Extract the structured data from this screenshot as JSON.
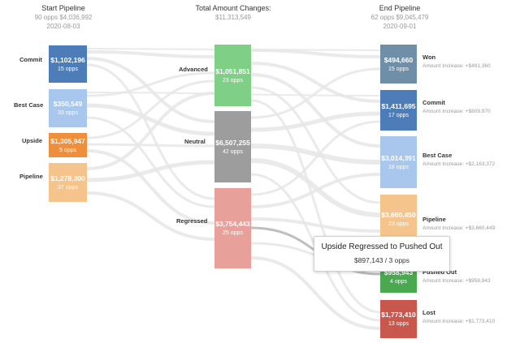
{
  "columns": {
    "start": {
      "title": "Start Pipeline",
      "summary": "90 opps $4,036,992",
      "date": "2020-08-03"
    },
    "changes": {
      "title": "Total Amount Changes:",
      "summary": "$11,313,549"
    },
    "end": {
      "title": "End Pipeline",
      "summary": "62 opps $9,045,479",
      "date": "2020-09-01"
    }
  },
  "start_nodes": [
    {
      "label": "Commit",
      "amount": "$1,102,196",
      "opps": "15 opps",
      "color": "#4c7db8"
    },
    {
      "label": "Best Case",
      "amount": "$350,549",
      "opps": "33 opps",
      "color": "#a9c6ec"
    },
    {
      "label": "Upside",
      "amount": "$1,305,947",
      "opps": "5 opps",
      "color": "#ed8f3c"
    },
    {
      "label": "Pipeline",
      "amount": "$1,278,300",
      "opps": "37 opps",
      "color": "#f5c48c"
    }
  ],
  "change_nodes": [
    {
      "label": "Advanced",
      "amount": "$1,051,851",
      "opps": "23 opps",
      "color": "#7fcf86"
    },
    {
      "label": "Neutral",
      "amount": "$6,507,255",
      "opps": "42 opps",
      "color": "#9d9d9d"
    },
    {
      "label": "Regressed",
      "amount": "$3,754,443",
      "opps": "25 opps",
      "color": "#e8a09a"
    }
  ],
  "end_nodes": [
    {
      "label": "Won",
      "amount": "$494,660",
      "opps": "15 opps",
      "increase": "Amount Increase: +$491,360",
      "color": "#6f8fa8"
    },
    {
      "label": "Commit",
      "amount": "$1,411,695",
      "opps": "17 opps",
      "increase": "Amount Increase: +$809,970",
      "color": "#4c7db8"
    },
    {
      "label": "Best Case",
      "amount": "$3,014,391",
      "opps": "18 opps",
      "increase": "Amount Increase: +$2,163,372",
      "color": "#a9c6ec"
    },
    {
      "label": "Pipeline",
      "amount": "$3,660,450",
      "opps": "23 opps",
      "increase": "Amount Increase: +$3,660,449",
      "color": "#f5c48c"
    },
    {
      "label": "Pushed Out",
      "amount": "$958,943",
      "opps": "4 opps",
      "increase": "Amount Increase: +$958,943",
      "color": "#4aa84f"
    },
    {
      "label": "Lost",
      "amount": "$1,773,410",
      "opps": "13 opps",
      "increase": "Amount Increase: +$1,773,410",
      "color": "#c8584e"
    }
  ],
  "tooltip": {
    "title": "Upside Regressed to Pushed Out",
    "value": "$897,143 / 3 opps"
  },
  "colors": {
    "flow": "#e6e6e6",
    "flow_highlight": "#b3b3b3"
  }
}
